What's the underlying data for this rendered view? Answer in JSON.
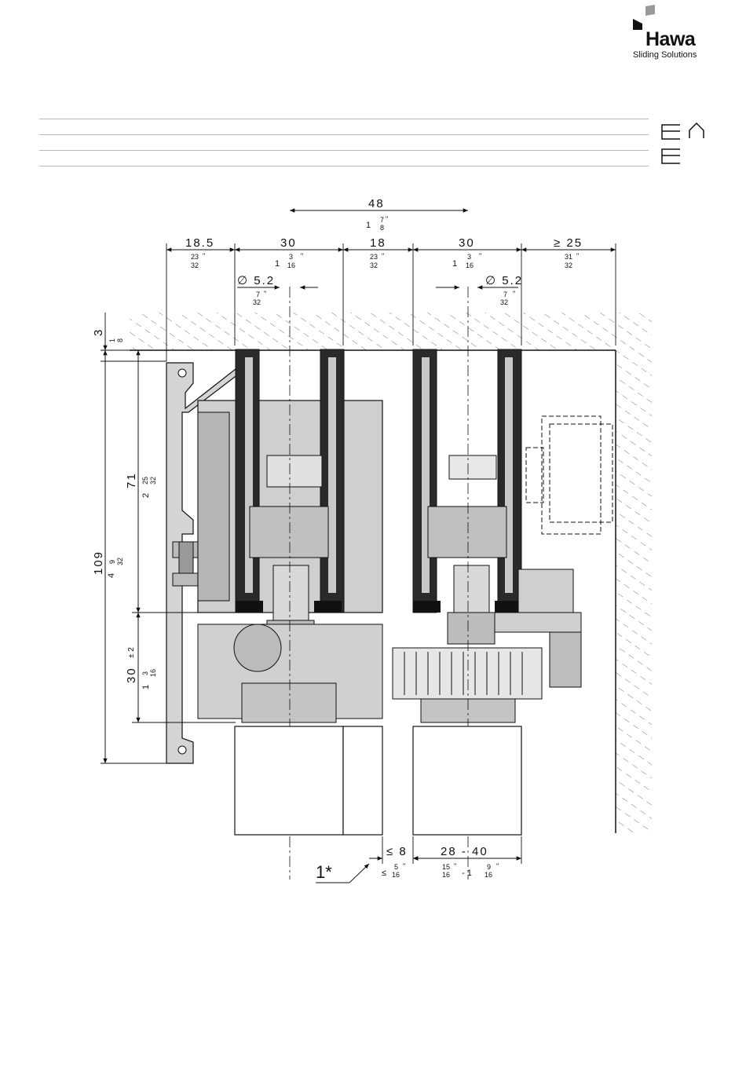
{
  "brand": {
    "name": "Hawa",
    "tagline": "Sliding Solutions"
  },
  "icons": [
    "window-frame-icon",
    "house-icon",
    "window-frame-icon"
  ],
  "dimensions": {
    "top_center": {
      "metric": "48",
      "whole": "1",
      "num": "7",
      "den": "8"
    },
    "row": [
      {
        "metric": "18.5",
        "whole": "",
        "num": "23",
        "den": "32"
      },
      {
        "metric": "30",
        "whole": "1",
        "num": "3",
        "den": "16"
      },
      {
        "metric": "18",
        "whole": "",
        "num": "23",
        "den": "32"
      },
      {
        "metric": "30",
        "whole": "1",
        "num": "3",
        "den": "16"
      },
      {
        "metric": "≥ 25",
        "whole": "",
        "num": "31",
        "den": "32"
      }
    ],
    "diameter_left": {
      "metric": "∅ 5.2",
      "num": "7",
      "den": "32"
    },
    "diameter_right": {
      "metric": "∅ 5.2",
      "num": "7",
      "den": "32"
    },
    "left_vertical": [
      {
        "metric": "3",
        "num": "1",
        "den": "8"
      },
      {
        "metric": "109",
        "whole": "4",
        "num": "9",
        "den": "32"
      },
      {
        "metric": "71",
        "whole": "2",
        "num": "25",
        "den": "32"
      },
      {
        "metric": "30",
        "tol": "± 2",
        "whole": "1",
        "num": "3",
        "den": "16"
      }
    ],
    "bottom_left": {
      "metric": "≤ 8",
      "prefix": "≤",
      "num": "5",
      "den": "16"
    },
    "bottom_right": {
      "metric": "28  -  40",
      "num1": "15",
      "den1": "16",
      "whole2": "- 1",
      "num2": "9",
      "den2": "16"
    },
    "callout": "1*"
  },
  "inch_mark": "\""
}
